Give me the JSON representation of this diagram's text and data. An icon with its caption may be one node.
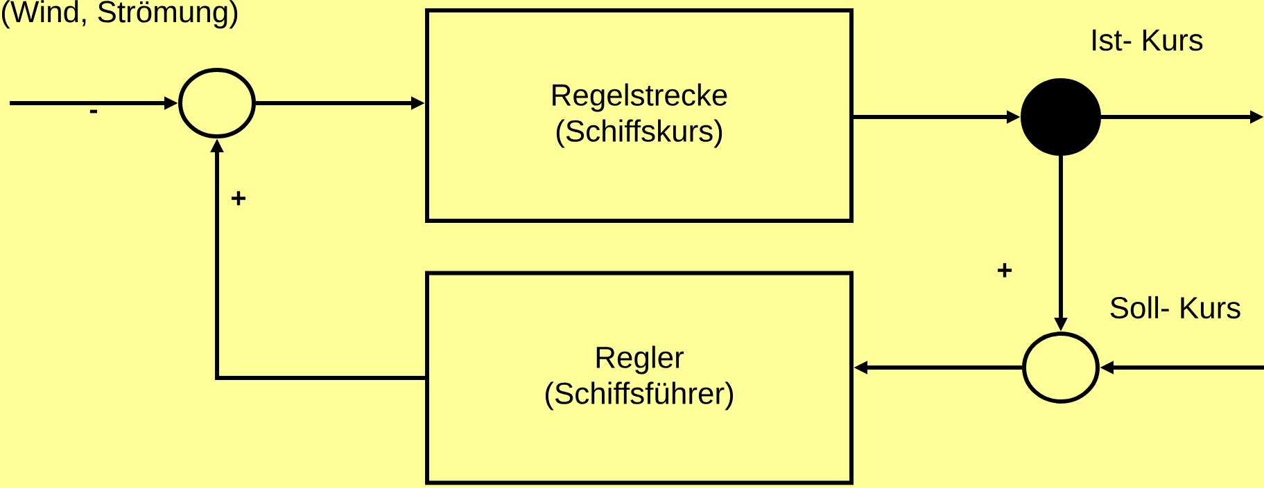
{
  "diagram": {
    "nodes": [
      {
        "text": [],
        "shape": "circle"
      },
      {
        "text": [
          "Regelstrecke (Schiffskurs)"
        ]
      },
      {
        "text": [],
        "shape": "circle"
      },
      {
        "text": [
          "Regler (Schiffsführer)"
        ]
      },
      {
        "text": [],
        "shape": "circle"
      }
    ],
    "edges": [
      {
        "from": null,
        "to": 0,
        "arrow": "to",
        "label": "-"
      },
      {
        "from": 0,
        "to": 1,
        "arrow": "to"
      },
      {
        "from": 1,
        "to": 2,
        "arrow": "to"
      },
      {
        "from": 2,
        "to": null,
        "arrow": "to"
      },
      {
        "from": 2,
        "to": 4,
        "arrow": "to",
        "label": "+"
      },
      {
        "from": null,
        "to": 4,
        "arrow": "to"
      },
      {
        "from": 4,
        "to": 3,
        "arrow": "to"
      },
      {
        "from": 3,
        "to": 0,
        "arrow": "to",
        "label": "+"
      }
    ],
    "labels": [
      "(Wind, Strömung)",
      "Ist- Kurs",
      "Soll- Kurs"
    ]
  }
}
